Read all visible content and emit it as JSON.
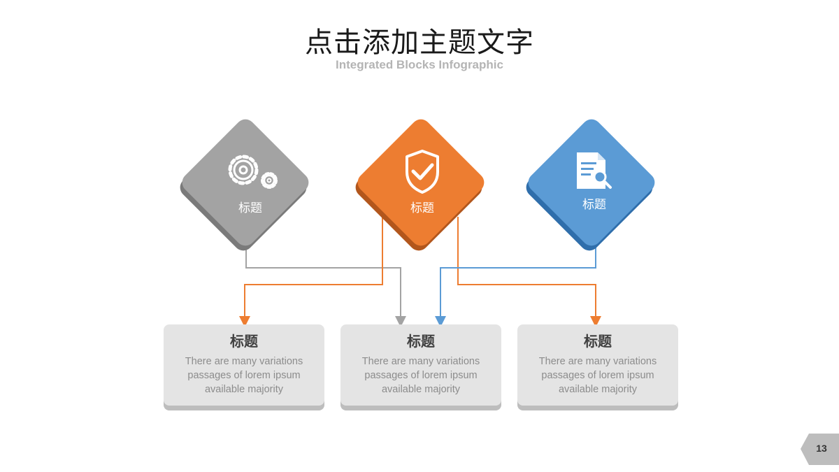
{
  "title": "点击添加主题文字",
  "subtitle": "Integrated Blocks Infographic",
  "colors": {
    "gray": "#a3a3a3",
    "orange": "#ed7d31",
    "blue": "#5b9bd5"
  },
  "diamonds": [
    {
      "label": "标题",
      "icon": "gears-icon",
      "color": "gray"
    },
    {
      "label": "标题",
      "icon": "shield-check-icon",
      "color": "orange"
    },
    {
      "label": "标题",
      "icon": "document-search-icon",
      "color": "blue"
    }
  ],
  "cards": [
    {
      "title": "标题",
      "text": "There are many variations\npassages of lorem ipsum\navailable  majority"
    },
    {
      "title": "标题",
      "text": "There are many variations\npassages of lorem ipsum\navailable  majority"
    },
    {
      "title": "标题",
      "text": "There are many variations\npassages of lorem ipsum\navailable  majority"
    }
  ],
  "page_number": "13"
}
